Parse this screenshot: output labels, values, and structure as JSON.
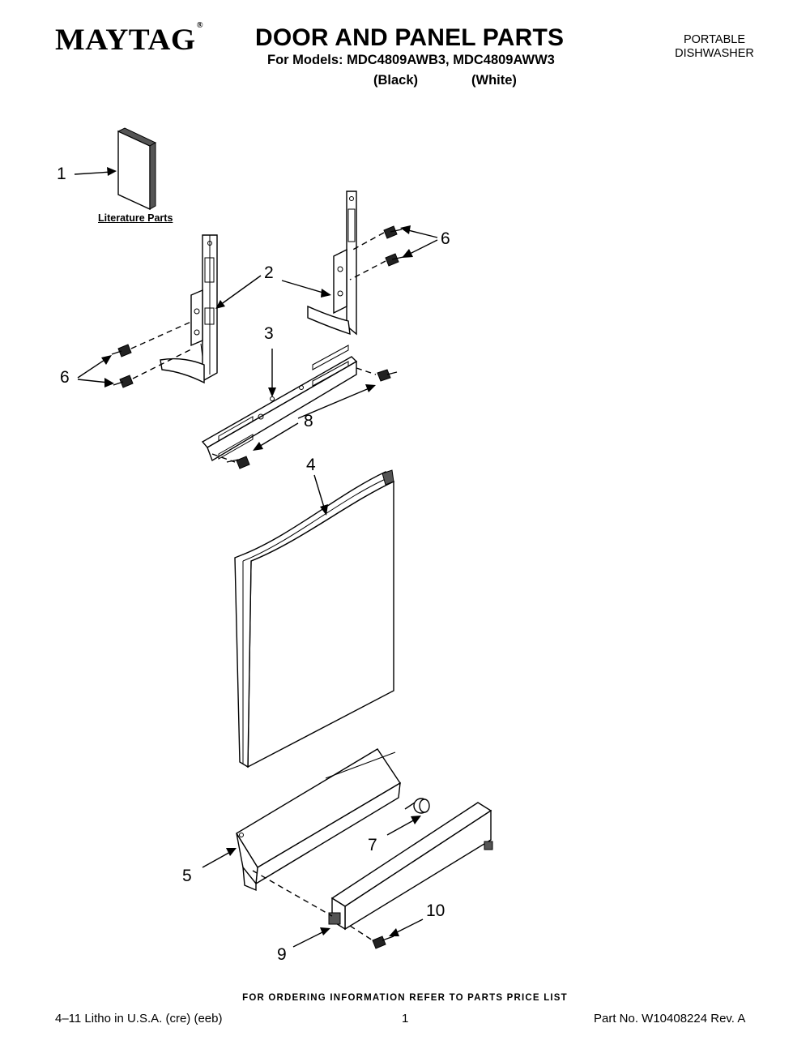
{
  "header": {
    "brand": "MAYTAG",
    "brand_mark": "®",
    "title": "DOOR AND PANEL PARTS",
    "models_line": "For Models: MDC4809AWB3, MDC4809AWW3",
    "color_black": "(Black)",
    "color_white": "(White)",
    "product_type_line1": "PORTABLE",
    "product_type_line2": "DISHWASHER"
  },
  "diagram": {
    "literature_label": "Literature Parts",
    "callouts": {
      "c1": "1",
      "c2": "2",
      "c3": "3",
      "c4": "4",
      "c5": "5",
      "c6_top": "6",
      "c6_left": "6",
      "c7": "7",
      "c8": "8",
      "c9": "9",
      "c10": "10"
    }
  },
  "footer": {
    "ordering_note": "FOR ORDERING INFORMATION REFER TO PARTS PRICE LIST",
    "litho": "4–11 Litho in U.S.A. (cre) (eeb)",
    "page_number": "1",
    "part_number": "Part No. W10408224 Rev. A"
  }
}
